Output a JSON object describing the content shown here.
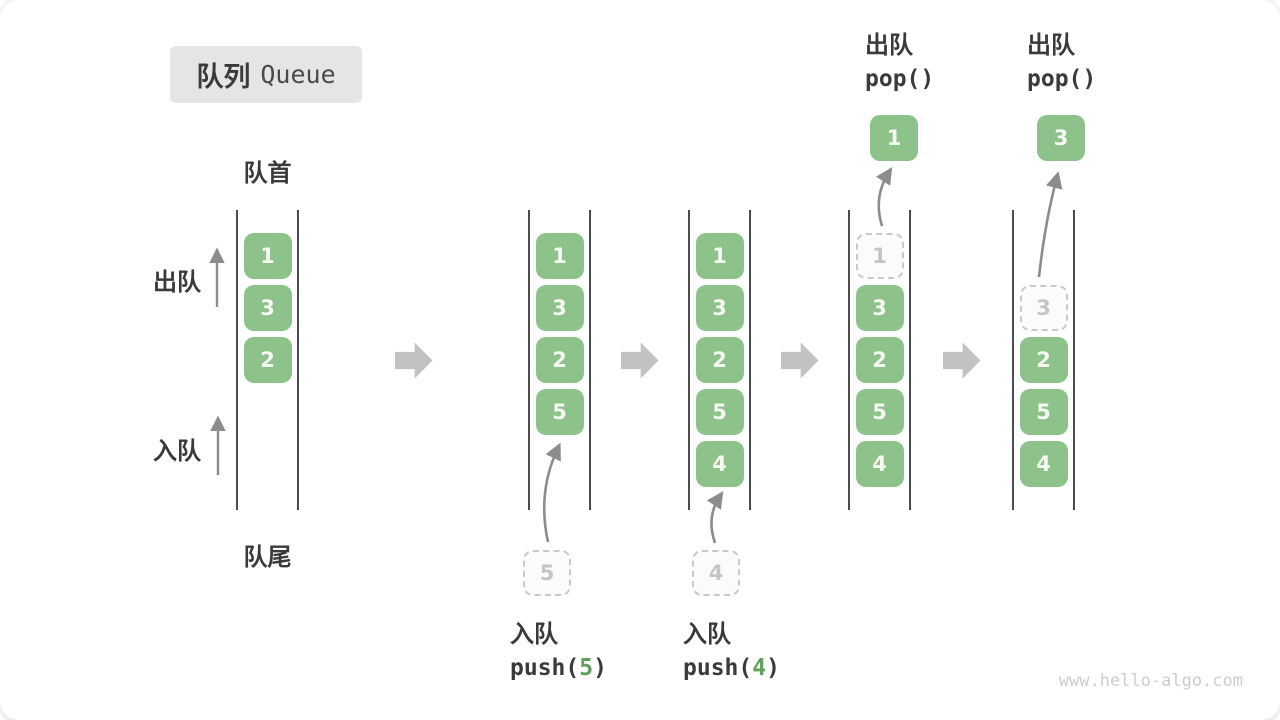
{
  "title": {
    "zh": "队列",
    "en": "Queue"
  },
  "front_label": "队首",
  "rear_label": "队尾",
  "side": {
    "dequeue": "出队",
    "enqueue": "入队"
  },
  "ops": {
    "push5": {
      "action": "入队",
      "code_open": "push(",
      "arg": "5",
      "code_close": ")"
    },
    "push4": {
      "action": "入队",
      "code_open": "push(",
      "arg": "4",
      "code_close": ")"
    },
    "pop1": {
      "action": "出队",
      "code": "pop()"
    },
    "pop2": {
      "action": "出队",
      "code": "pop()"
    }
  },
  "queue_states": [
    {
      "name": "state-initial",
      "cells": [
        {
          "value": "1",
          "slot": 1
        },
        {
          "value": "3",
          "slot": 2
        },
        {
          "value": "2",
          "slot": 3
        }
      ]
    },
    {
      "name": "state-after-push-5",
      "cells": [
        {
          "value": "1",
          "slot": 1
        },
        {
          "value": "3",
          "slot": 2
        },
        {
          "value": "2",
          "slot": 3
        },
        {
          "value": "5",
          "slot": 4
        }
      ],
      "incoming": "5"
    },
    {
      "name": "state-after-push-4",
      "cells": [
        {
          "value": "1",
          "slot": 1
        },
        {
          "value": "3",
          "slot": 2
        },
        {
          "value": "2",
          "slot": 3
        },
        {
          "value": "5",
          "slot": 4
        },
        {
          "value": "4",
          "slot": 5
        }
      ],
      "incoming": "4"
    },
    {
      "name": "state-after-pop-1",
      "cells": [
        {
          "value": "1",
          "slot": 1,
          "dashed": true
        },
        {
          "value": "3",
          "slot": 2
        },
        {
          "value": "2",
          "slot": 3
        },
        {
          "value": "5",
          "slot": 4
        },
        {
          "value": "4",
          "slot": 5
        }
      ],
      "outgoing": "1"
    },
    {
      "name": "state-after-pop-3",
      "cells": [
        {
          "value": "3",
          "slot": 2,
          "dashed": true
        },
        {
          "value": "2",
          "slot": 3
        },
        {
          "value": "5",
          "slot": 4
        },
        {
          "value": "4",
          "slot": 5
        }
      ],
      "outgoing": "3"
    }
  ],
  "watermark": "www.hello-algo.com",
  "colors": {
    "cell_green": "#8dc28a",
    "cell_text": "#f5f8f3",
    "dashed_border": "#c9c9c9",
    "dashed_text": "#c5c5c5",
    "dark_text": "#3a3a3a",
    "chip_bg": "#e5e5e5",
    "block_arrow": "#c2c2c2",
    "thin_arrow": "#8c8c8c",
    "rail": "#4d4d4d",
    "code_arg_green": "#60a05c",
    "watermark": "#cdcdcd"
  }
}
